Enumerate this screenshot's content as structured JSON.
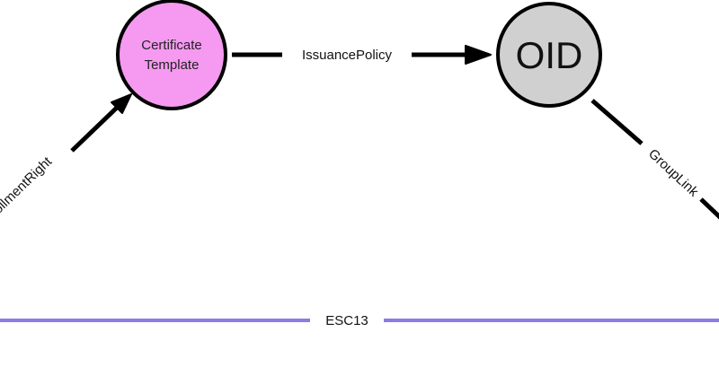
{
  "colors": {
    "template_fill": "#f59af0",
    "oid_fill": "#d0d0d0",
    "node_stroke": "#000000",
    "edge": "#000000",
    "esc13_line": "#8a7be6",
    "label_bg": "#ffffff"
  },
  "nodes": {
    "template": {
      "line1": "Certificate",
      "line2": "Template"
    },
    "oid": {
      "label": "OID"
    }
  },
  "edges": {
    "issuance_policy": "IssuancePolicy",
    "enrollment_right": "EnrollmentRight",
    "group_link": "GroupLink",
    "esc13": "ESC13"
  }
}
